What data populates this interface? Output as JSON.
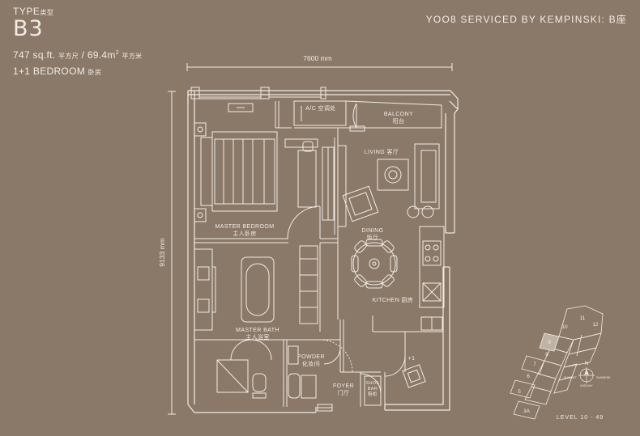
{
  "header": {
    "type_label": "TYPE",
    "type_label_cn": "类型",
    "type_code": "B3",
    "area_sqft": "747 sq.ft.",
    "area_sqft_cn": "平方尺",
    "area_sqm": "/ 69.4m",
    "area_sqm_sup": "2",
    "area_sqm_cn": "平方米",
    "bedroom": "1+1 BEDROOM",
    "bedroom_cn": "卧房",
    "project": "YOO8 SERVICED BY KEMPINSKI: B座"
  },
  "dimensions": {
    "width": "7600 mm",
    "height": "9133 mm"
  },
  "rooms": {
    "ac": "A/C 空调处",
    "balcony": "BALCONY",
    "balcony_cn": "阳台",
    "living": "LIVING 客厅",
    "master_bedroom": "MASTER BEDROOM",
    "master_bedroom_cn": "主人卧房",
    "dining": "DINING",
    "dining_cn": "饭厅",
    "kitchen": "KITCHEN 厨房",
    "master_bath": "MASTER BATH",
    "master_bath_cn": "主人浴室",
    "powder": "POWDER",
    "powder_cn": "化妆间",
    "plus_one": "+1",
    "foyer": "FOYER",
    "foyer_cn": "门厅",
    "shoe_bar": "SHOE",
    "shoe_bar_2": "BAR",
    "shoe_bar_cn": "鞋柜"
  },
  "key_plan": {
    "units": [
      "11",
      "12",
      "10",
      "9",
      "8",
      "7",
      "6",
      "5",
      "3A"
    ],
    "north": "N",
    "sunset": "SUNSET",
    "sunrise": "SUNRISE",
    "midday": "MIDDAY",
    "level": "LEVEL 10 - 49"
  },
  "colors": {
    "background": "#8a7868",
    "line": "#f2ece4",
    "highlight": "#bfb3a6"
  }
}
